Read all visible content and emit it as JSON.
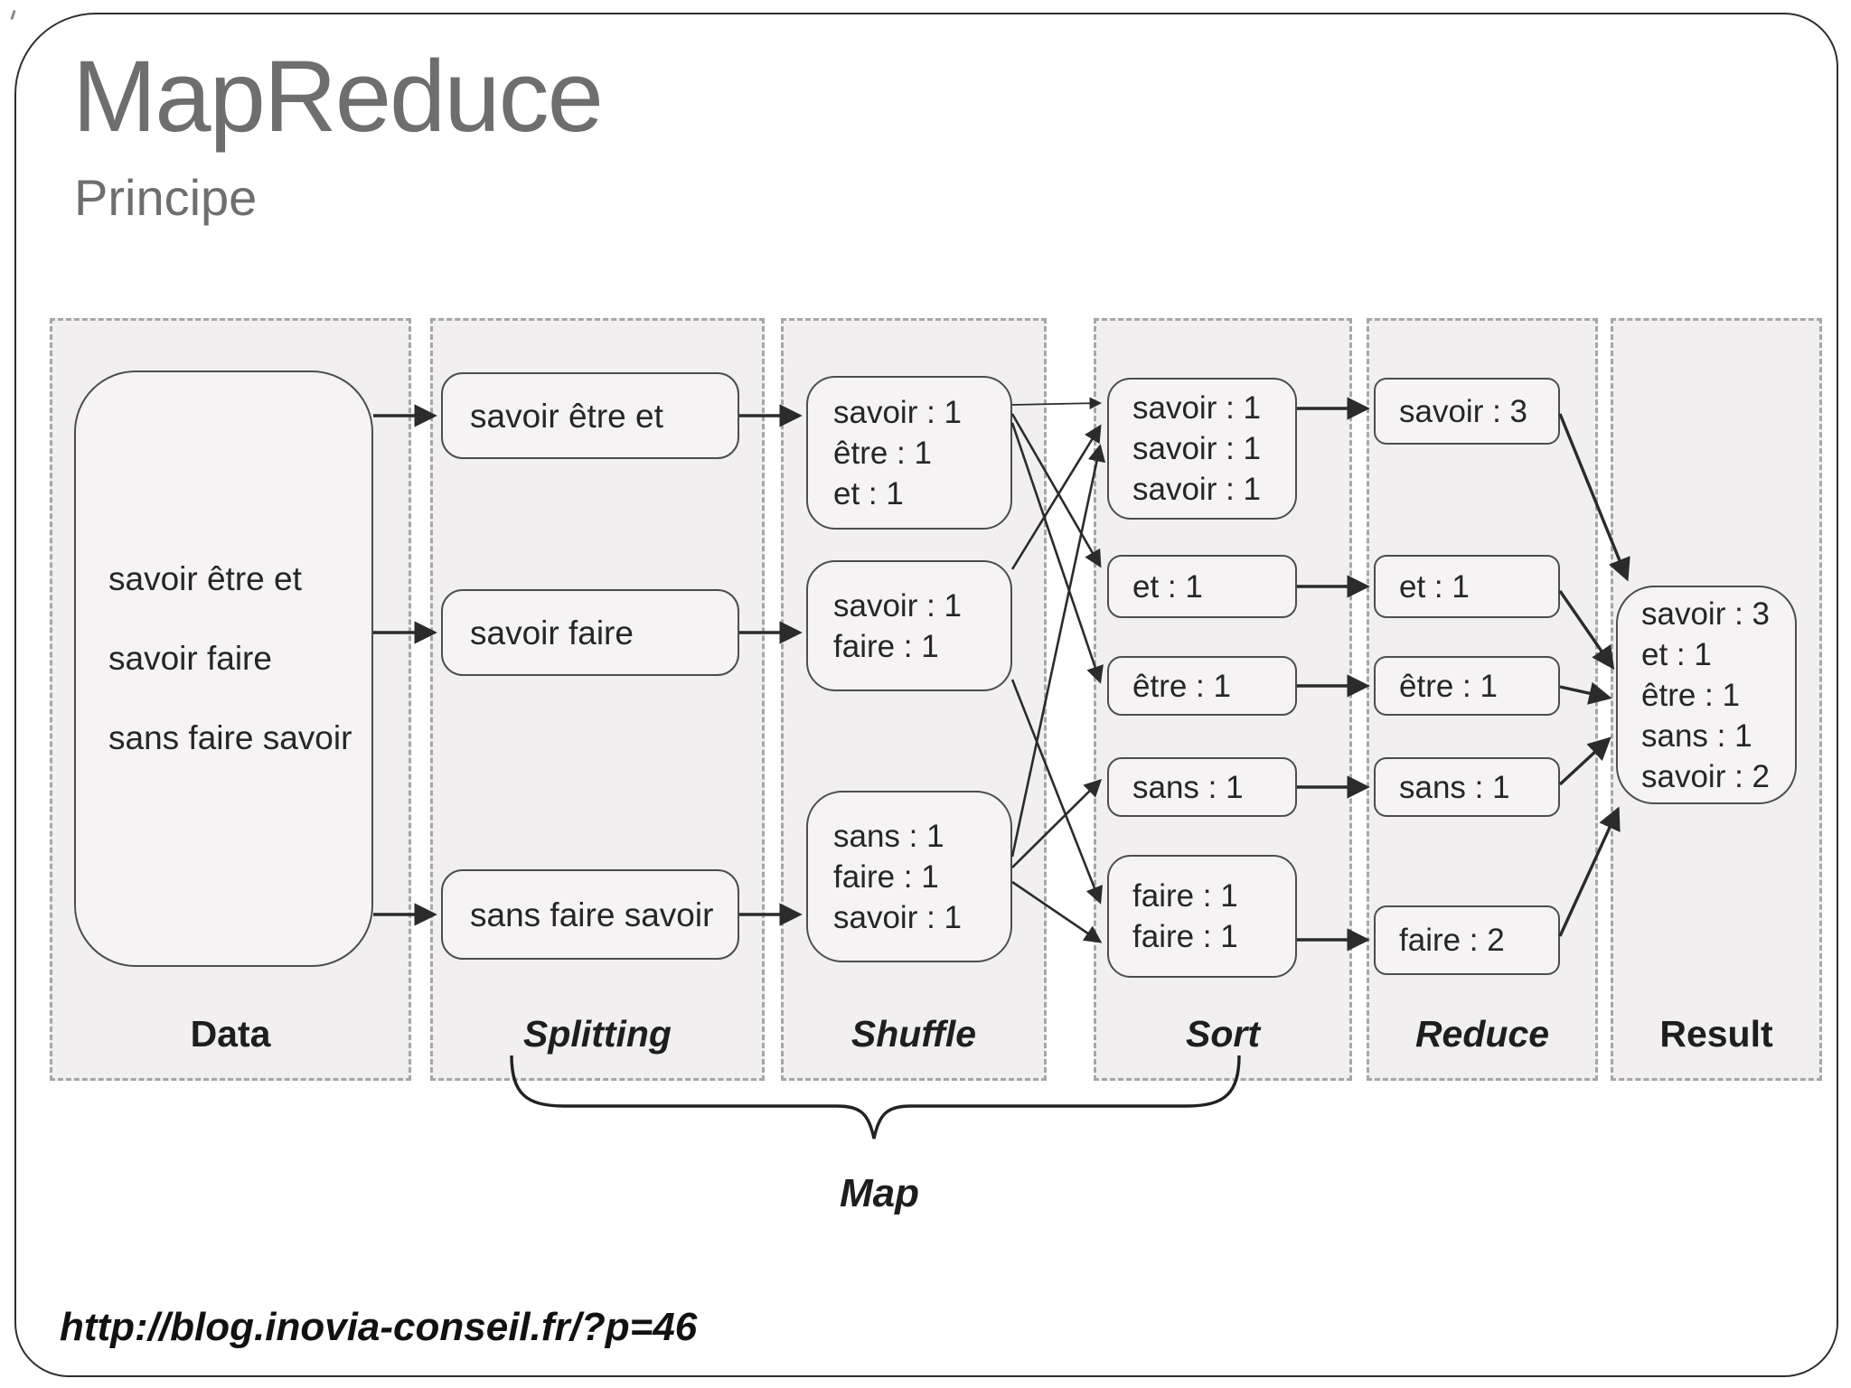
{
  "slide": {
    "title": "MapReduce",
    "subtitle": "Principe",
    "footer_url": "http://blog.inovia-conseil.fr/?p=46",
    "brace_label": "Map"
  },
  "colors": {
    "slide_border": "#2e2e2e",
    "column_background": "#f1eff0",
    "column_dashed_border": "#a6a6a6",
    "node_background": "#f5f3f4",
    "node_border": "#4d4d4d",
    "arrow": "#2b2b2b",
    "title_gray": "#6e6e6e"
  },
  "columns": [
    {
      "label": "Data"
    },
    {
      "label": "Splitting"
    },
    {
      "label": "Shuffle"
    },
    {
      "label": "Sort"
    },
    {
      "label": "Reduce"
    },
    {
      "label": "Result"
    }
  ],
  "data_box": {
    "lines": [
      "savoir être et",
      "savoir faire",
      "sans faire savoir"
    ]
  },
  "splitting_boxes": [
    {
      "lines": [
        "savoir être et"
      ]
    },
    {
      "lines": [
        "savoir faire"
      ]
    },
    {
      "lines": [
        "sans faire savoir"
      ]
    }
  ],
  "shuffle_boxes": [
    {
      "lines": [
        "savoir : 1",
        "être : 1",
        "et : 1"
      ]
    },
    {
      "lines": [
        "savoir : 1",
        "faire : 1"
      ]
    },
    {
      "lines": [
        "sans : 1",
        "faire : 1",
        "savoir : 1"
      ]
    }
  ],
  "sort_boxes": [
    {
      "lines": [
        "savoir : 1",
        "savoir : 1",
        "savoir : 1"
      ]
    },
    {
      "lines": [
        "et : 1"
      ]
    },
    {
      "lines": [
        "être : 1"
      ]
    },
    {
      "lines": [
        "sans : 1"
      ]
    },
    {
      "lines": [
        "faire : 1",
        "faire : 1"
      ]
    }
  ],
  "reduce_boxes": [
    {
      "lines": [
        "savoir : 3"
      ]
    },
    {
      "lines": [
        "et : 1"
      ]
    },
    {
      "lines": [
        "être : 1"
      ]
    },
    {
      "lines": [
        "sans : 1"
      ]
    },
    {
      "lines": [
        "faire : 2"
      ]
    }
  ],
  "result_box": {
    "lines": [
      "savoir : 3",
      "et : 1",
      "être : 1",
      "sans : 1",
      "savoir : 2"
    ]
  }
}
